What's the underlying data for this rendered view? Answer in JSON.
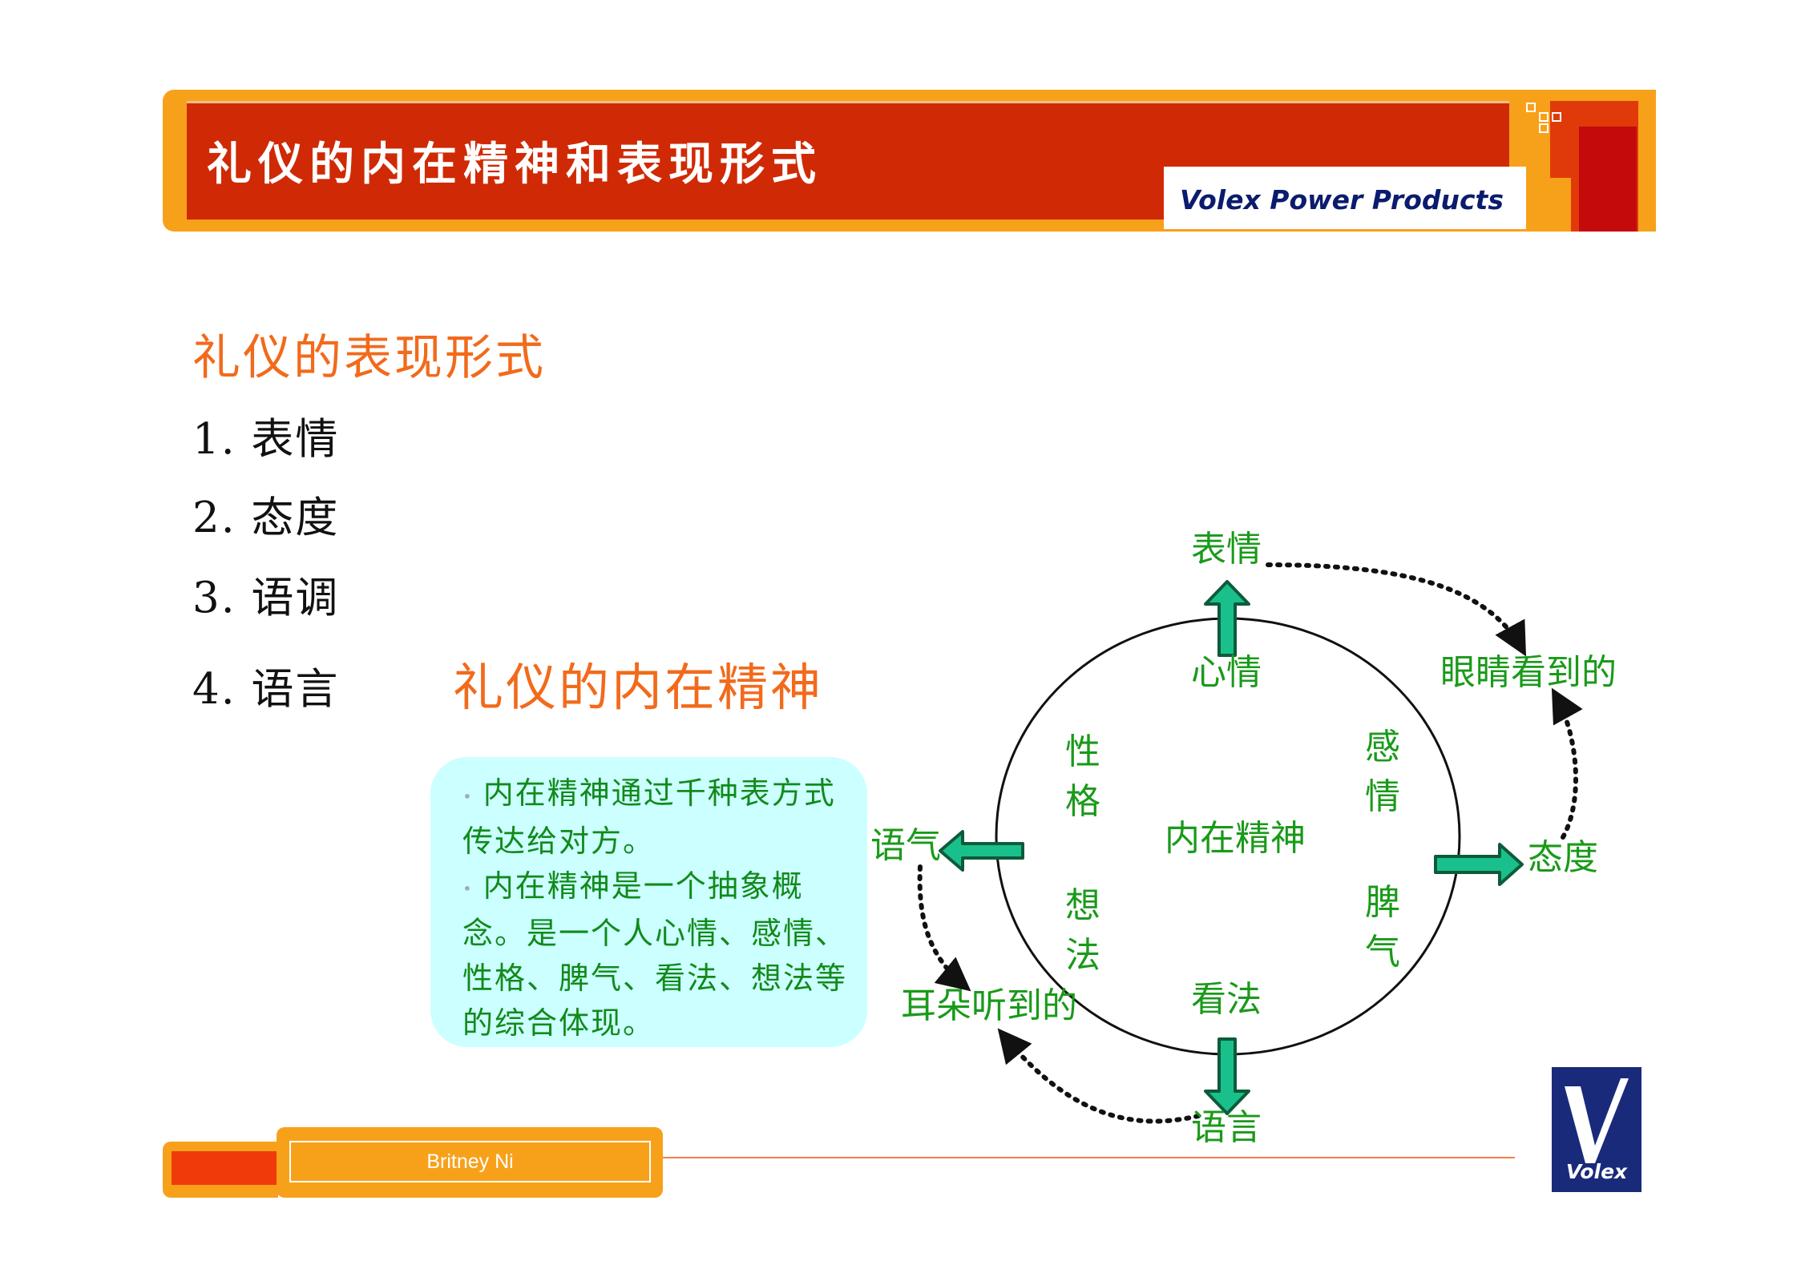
{
  "header": {
    "title": "礼仪的内在精神和表现形式",
    "company": "Volex Power Products"
  },
  "section1": {
    "title": "礼仪的表现形式",
    "items": [
      "1. 表情",
      "2. 态度",
      "3. 语调",
      "4. 语言"
    ]
  },
  "section2": {
    "title": "礼仪的内在精神"
  },
  "info_box": {
    "bullets": [
      "内在精神通过千种表方式传达给对方。",
      "内在精神是一个抽象概念。是一个人心情、感情、性格、脾气、看法、想法等的综合体现。"
    ]
  },
  "diagram": {
    "center": "内在精神",
    "inner": {
      "top": "心情",
      "bottom": "看法",
      "left_upper": "性格",
      "left_lower": "想法",
      "right_upper": "感情",
      "right_lower": "脾气"
    },
    "outer": {
      "top": "表情",
      "right": "态度",
      "bottom": "语言",
      "left": "语气"
    },
    "perception": {
      "eyes": "眼睛看到的",
      "ears": "耳朵听到的"
    },
    "colors": {
      "text": "#1a9a1a",
      "arrow_fill": "#19c08c",
      "arrow_stroke": "#0f5a3a"
    }
  },
  "footer": {
    "author": "Britney  Ni"
  },
  "logo": {
    "text": "Volex",
    "colors": {
      "background": "#1a2a7a",
      "mark": "#ffffff"
    }
  },
  "theme": {
    "orange": "#f7a11a",
    "red": "#cf2a05",
    "title_orange": "#f26a1b",
    "box_bg": "#ccffff"
  }
}
